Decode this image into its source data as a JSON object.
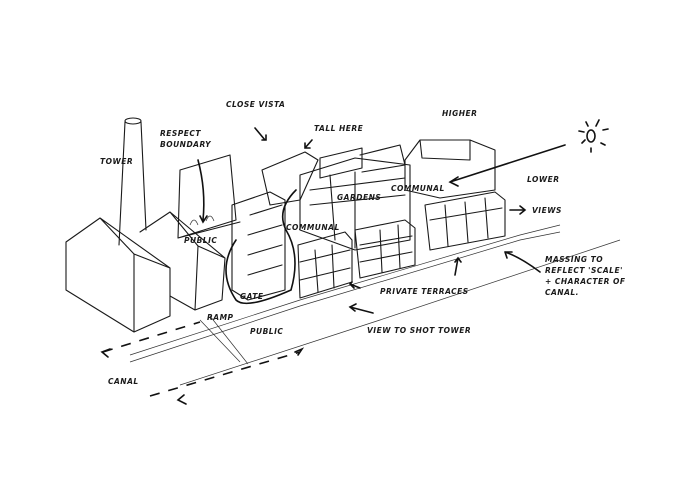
{
  "labels": {
    "tower": "TOWER",
    "respect_boundary": "RESPECT\nBOUNDARY",
    "close_vista": "CLOSE VISTA",
    "tall_here": "TALL HERE",
    "higher": "HIGHER",
    "gardens": "GARDENS",
    "communal_1": "COMMUNAL",
    "communal_2": "COMMUNAL",
    "public_1": "PUBLIC",
    "public_2": "PUBLIC",
    "lower": "LOWER",
    "views": "VIEWS",
    "massing": "MASSING TO\nREFLECT 'SCALE'\n+ CHARACTER OF\nCANAL.",
    "private_terraces": "PRIVATE TERRACES",
    "gate": "GATE",
    "ramp": "RAMP",
    "view_to_shot_tower": "VIEW TO SHOT TOWER",
    "canal": "CANAL"
  },
  "colors": {
    "ink": "#1a1a1a",
    "paper": "#ffffff"
  }
}
